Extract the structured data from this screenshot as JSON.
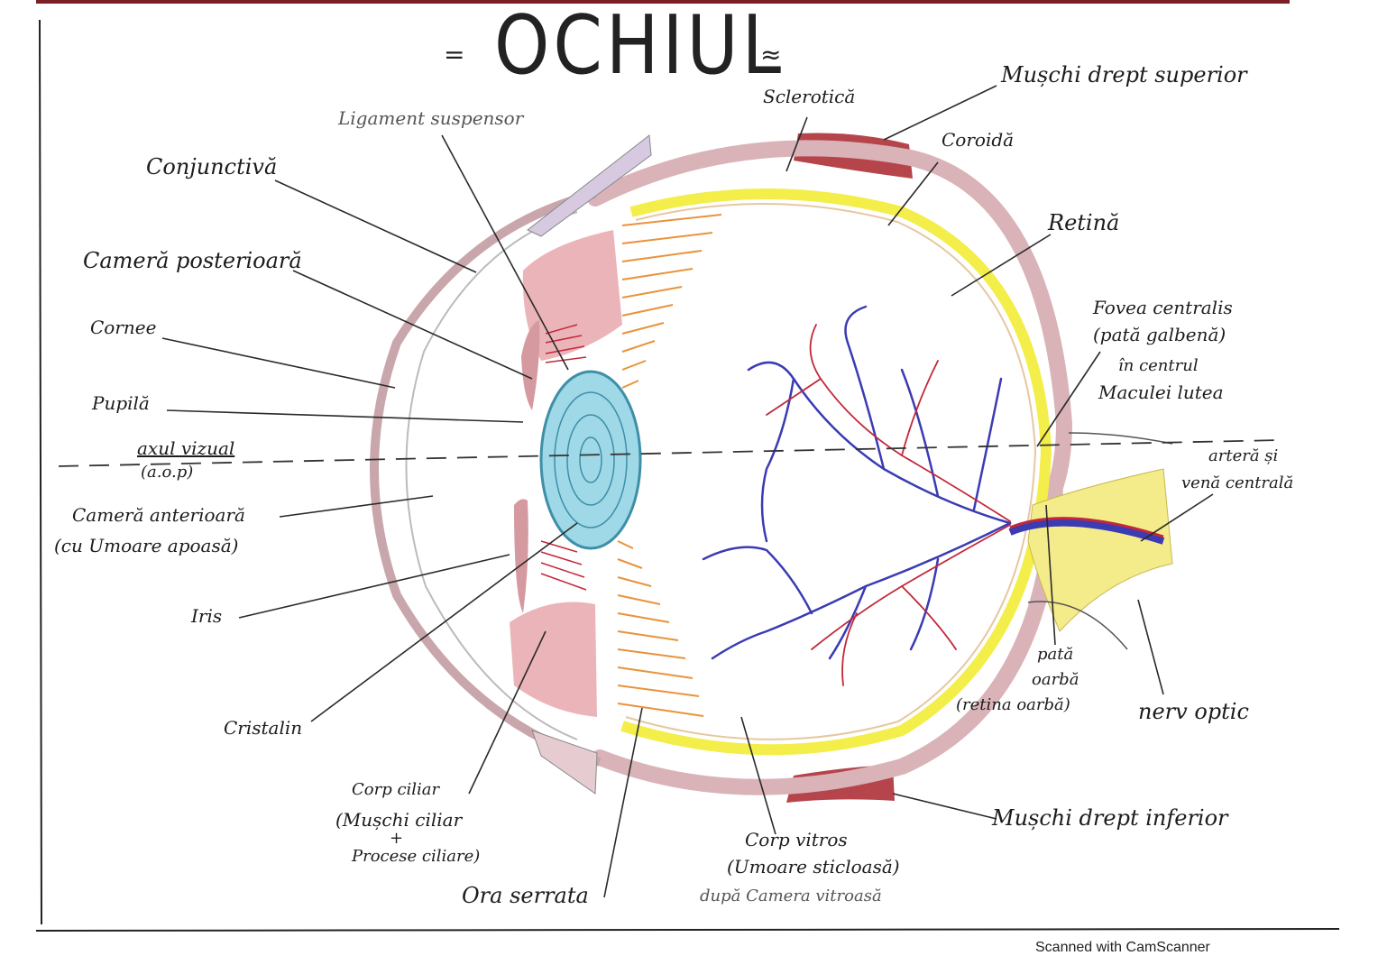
{
  "title": "OCHIUL",
  "title_mark": "=",
  "title_mark_right": "≈",
  "labels": {
    "ligament": "Ligament suspensor",
    "sclerotica": "Sclerotică",
    "muschi_sup": "Mușchi drept superior",
    "coroida": "Coroidă",
    "conjunctiva": "Conjunctivă",
    "retina": "Retină",
    "camera_post": "Cameră posterioară",
    "cornee": "Cornee",
    "fovea_1": "Fovea centralis",
    "fovea_2": "(pată galbenă)",
    "fovea_3": "în centrul",
    "fovea_4": "Maculei lutea",
    "pupila": "Pupilă",
    "axul_1": "axul vizual",
    "axul_2": "(a.o.p)",
    "artera_1": "arteră și",
    "artera_2": "venă centrală",
    "camera_ant_1": "Cameră anterioară",
    "camera_ant_2": "(cu Umoare apoasă)",
    "iris": "Iris",
    "cristalin": "Cristalin",
    "pata_oarba_1": "pată",
    "pata_oarba_2": "oarbă",
    "pata_oarba_3": "(retina oarbă)",
    "nerv_optic": "nerv optic",
    "corp_ciliar_1": "Corp ciliar",
    "corp_ciliar_2": "(Mușchi ciliar",
    "corp_ciliar_3": "+",
    "corp_ciliar_4": "Procese ciliare)",
    "muschi_inf": "Mușchi drept inferior",
    "ora_serrata": "Ora serrata",
    "corp_vitros_1": "Corp vitros",
    "corp_vitros_2": "(Umoare sticloasă)",
    "corp_vitros_3": "după Camera vitroasă"
  },
  "footer": "Scanned with CamScanner",
  "colors": {
    "sclera": "#d9b3b8",
    "muscle": "#a8232c",
    "choroid_retina": "#f3ee4a",
    "lens": "#9fd8e6",
    "lens_stroke": "#3d8fa8",
    "ciliary": "#e8a7ad",
    "ora": "#e8933c",
    "vessel_red": "#c2283a",
    "vessel_blue": "#3b3bb3",
    "optic_nerve": "#f4ec8a",
    "line": "#2a2a2a"
  }
}
